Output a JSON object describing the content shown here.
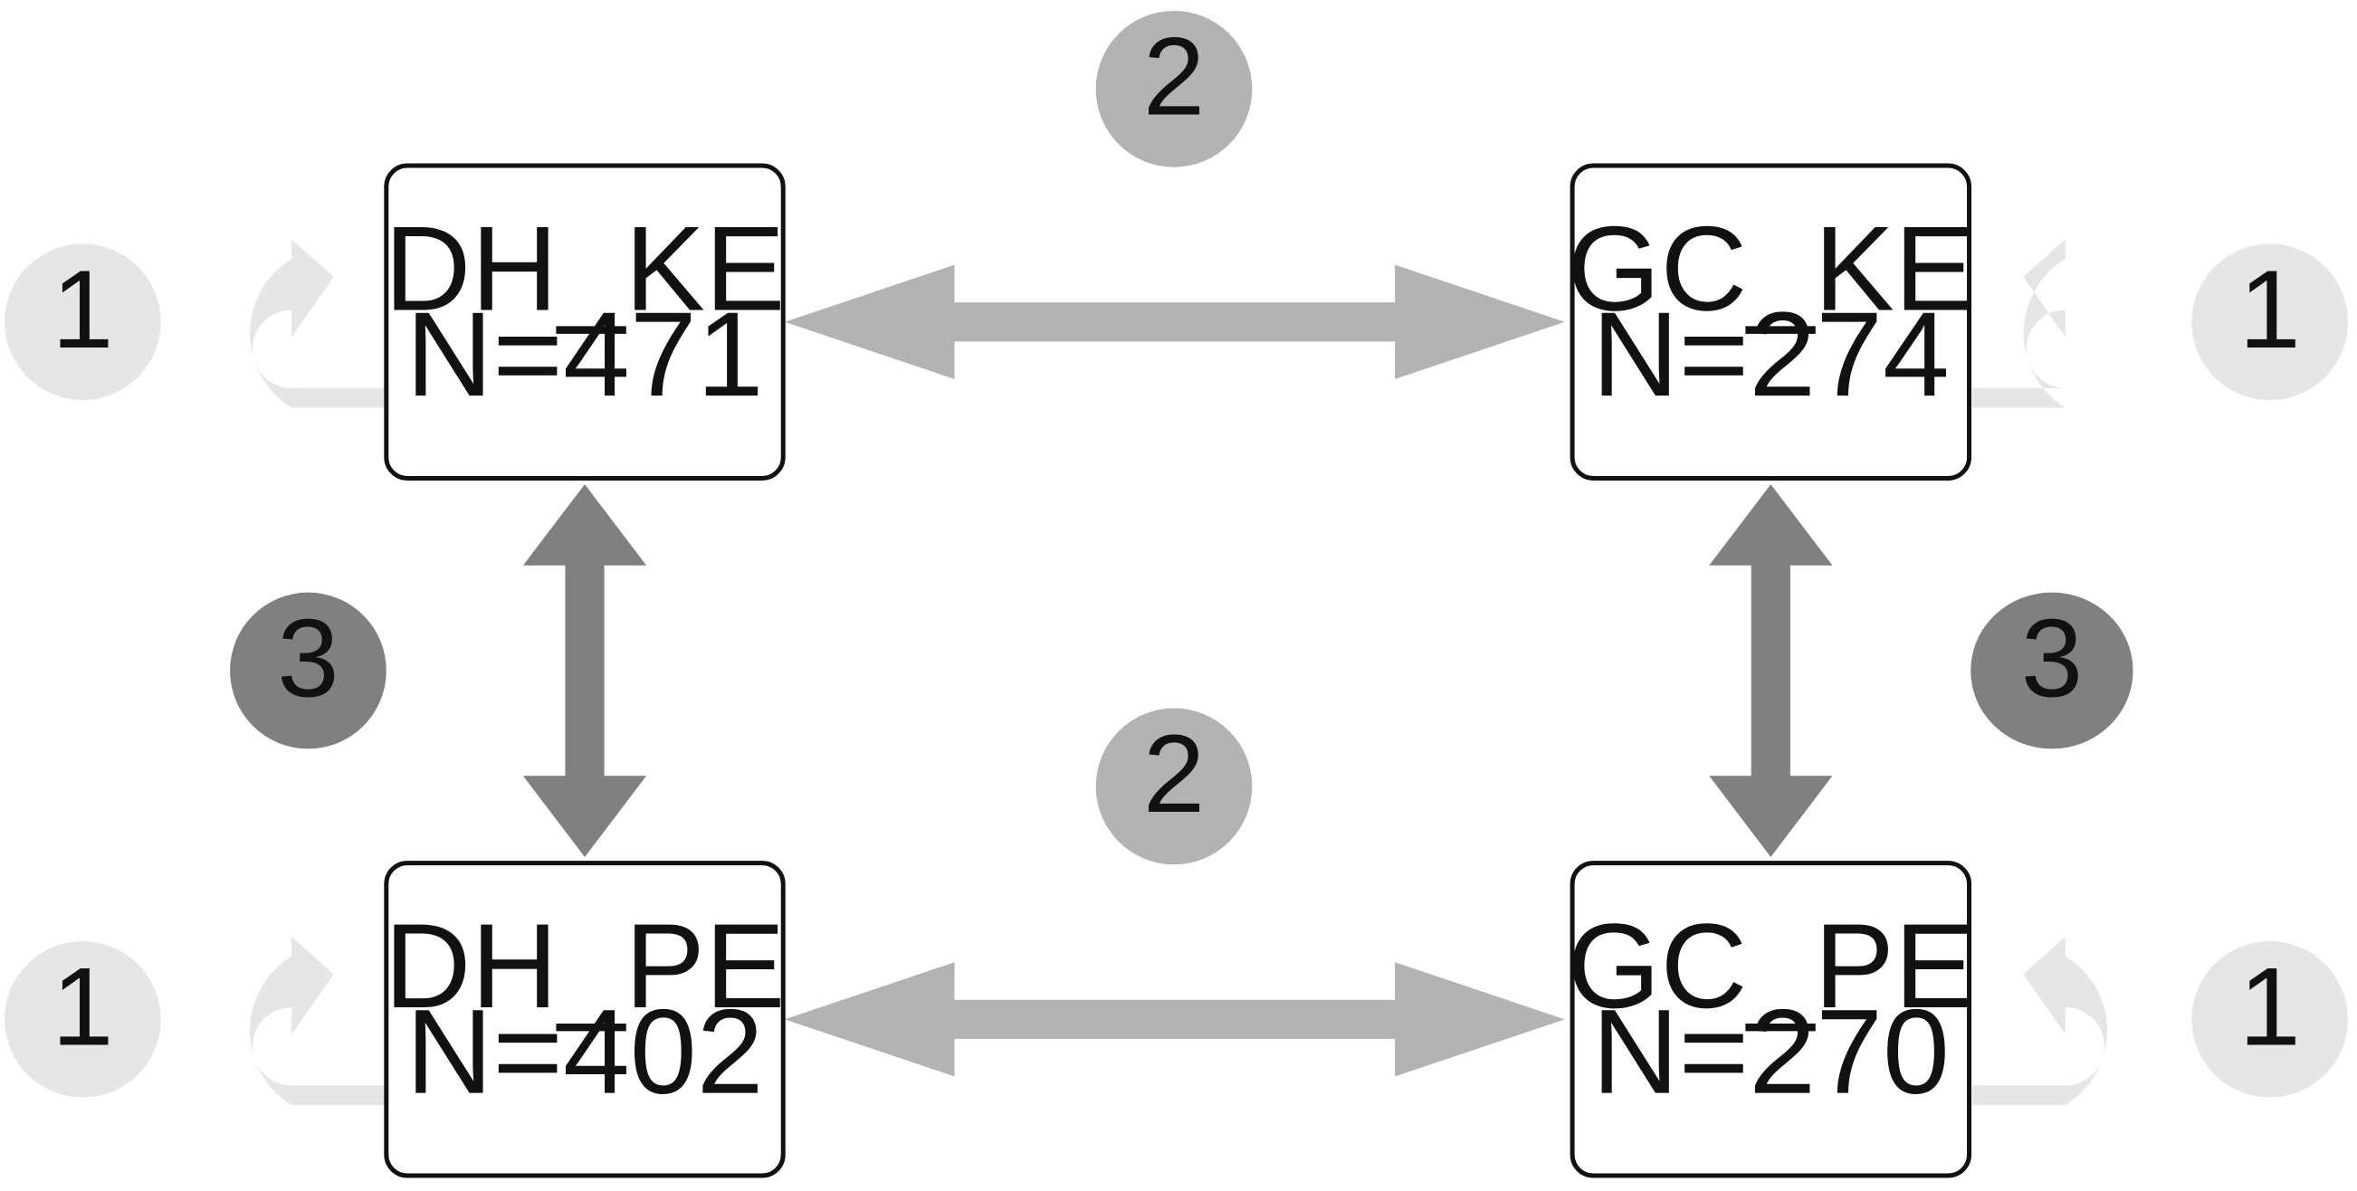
{
  "colors": {
    "background": "#ffffff",
    "node_border": "#111111",
    "node_fill": "#ffffff",
    "self_loop": "#e6e6e6",
    "horizontal_link": "#b3b3b3",
    "vertical_link": "#808080",
    "text": "#111111"
  },
  "nodes": {
    "dh_ke": {
      "name": "DH_KE",
      "count": "N=471"
    },
    "gc_ke": {
      "name": "GC_KE",
      "count": "N=274"
    },
    "dh_pe": {
      "name": "DH_PE",
      "count": "N=402"
    },
    "gc_pe": {
      "name": "GC_PE",
      "count": "N=270"
    }
  },
  "badges": {
    "self_loop": "1",
    "horizontal": "2",
    "vertical": "3"
  }
}
